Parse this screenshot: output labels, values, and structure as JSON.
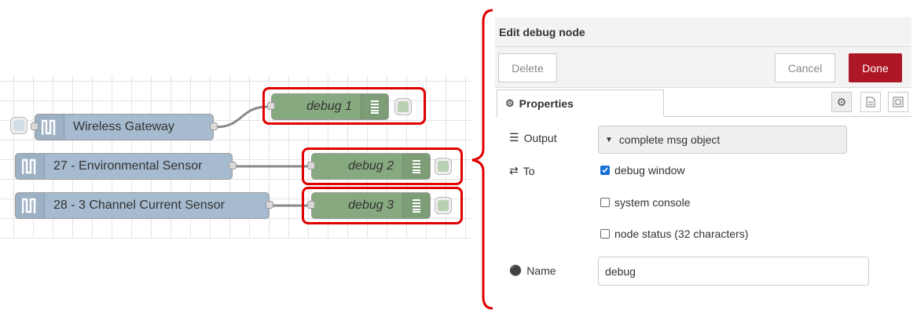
{
  "flow": {
    "nodes": [
      {
        "label": "Wireless Gateway",
        "type": "input"
      },
      {
        "label": "27 - Environmental Sensor",
        "type": "input"
      },
      {
        "label": "28 - 3 Channel Current Sensor",
        "type": "input"
      },
      {
        "label": "debug 1",
        "type": "debug"
      },
      {
        "label": "debug 2",
        "type": "debug"
      },
      {
        "label": "debug 3",
        "type": "debug"
      }
    ],
    "highlight_color": "#e00000"
  },
  "panel": {
    "title": "Edit debug node",
    "buttons": {
      "delete": "Delete",
      "cancel": "Cancel",
      "done": "Done"
    },
    "tabs": {
      "properties": "Properties"
    },
    "fields": {
      "output_label": "Output",
      "output_value": "complete msg object",
      "to_label": "To",
      "to_options": [
        {
          "label": "debug window",
          "checked": true
        },
        {
          "label": "system console",
          "checked": false
        },
        {
          "label": "node status (32 characters)",
          "checked": false
        }
      ],
      "name_label": "Name",
      "name_value": "debug"
    },
    "colors": {
      "done_button": "#ad1625",
      "input_node": "#a6bbcf",
      "debug_node": "#87a980"
    }
  }
}
